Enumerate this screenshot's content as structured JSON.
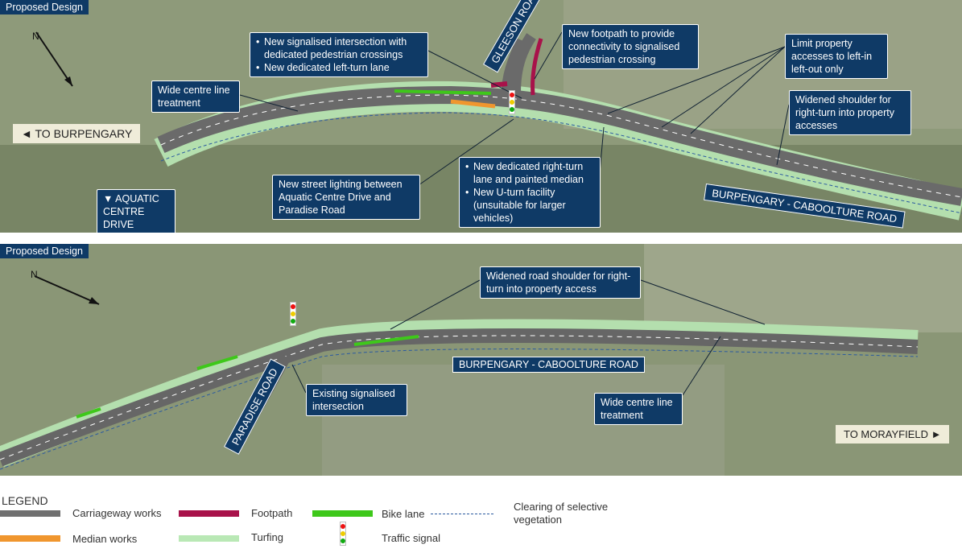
{
  "top_panel": {
    "label": "Proposed Design",
    "callouts": {
      "wide_centre": "Wide centre line treatment",
      "signalised": [
        "New signalised intersection with dedicated pedestrian crossings",
        "New dedicated left-turn lane"
      ],
      "footpath": "New footpath to provide connectivity to signalised pedestrian crossing",
      "limit_access": "Limit property accesses to left-in left-out only",
      "widened_shoulder": "Widened shoulder for right-turn into property accesses",
      "street_lighting": "New street lighting between Aquatic Centre Drive and Paradise Road",
      "right_turn": [
        "New dedicated right-turn lane and painted median",
        "New U-turn facility (unsuitable for larger vehicles)"
      ]
    },
    "road_labels": {
      "gleeson": "GLEESON ROAD",
      "burpengary_caboolture": "BURPENGARY - CABOOLTURE ROAD",
      "aquatic": "▼ AQUATIC CENTRE DRIVE",
      "to_burpengary": "◄  TO BURPENGARY"
    }
  },
  "bottom_panel": {
    "label": "Proposed Design",
    "callouts": {
      "widened_road_shoulder": "Widened road shoulder for right-turn into property access",
      "existing_signal": "Existing signalised intersection",
      "wide_centre": "Wide centre line treatment"
    },
    "road_labels": {
      "burpengary_caboolture": "BURPENGARY - CABOOLTURE ROAD",
      "paradise": "PARADISE ROAD",
      "to_morayfield": "TO MORAYFIELD ►"
    }
  },
  "legend": {
    "title": "LEGEND",
    "items": [
      {
        "label": "Carriageway works",
        "color": "#707070"
      },
      {
        "label": "Median works",
        "color": "#f0962e"
      },
      {
        "label": "Footpath",
        "color": "#a8124a"
      },
      {
        "label": "Turfing",
        "color": "#b9e8b5"
      },
      {
        "label": "Bike lane",
        "color": "#3ec81a"
      },
      {
        "label": "Traffic signal",
        "icon": "traffic-signal-icon"
      },
      {
        "label": "Clearing of selective vegetation",
        "color": "#2b5aa0"
      }
    ]
  }
}
